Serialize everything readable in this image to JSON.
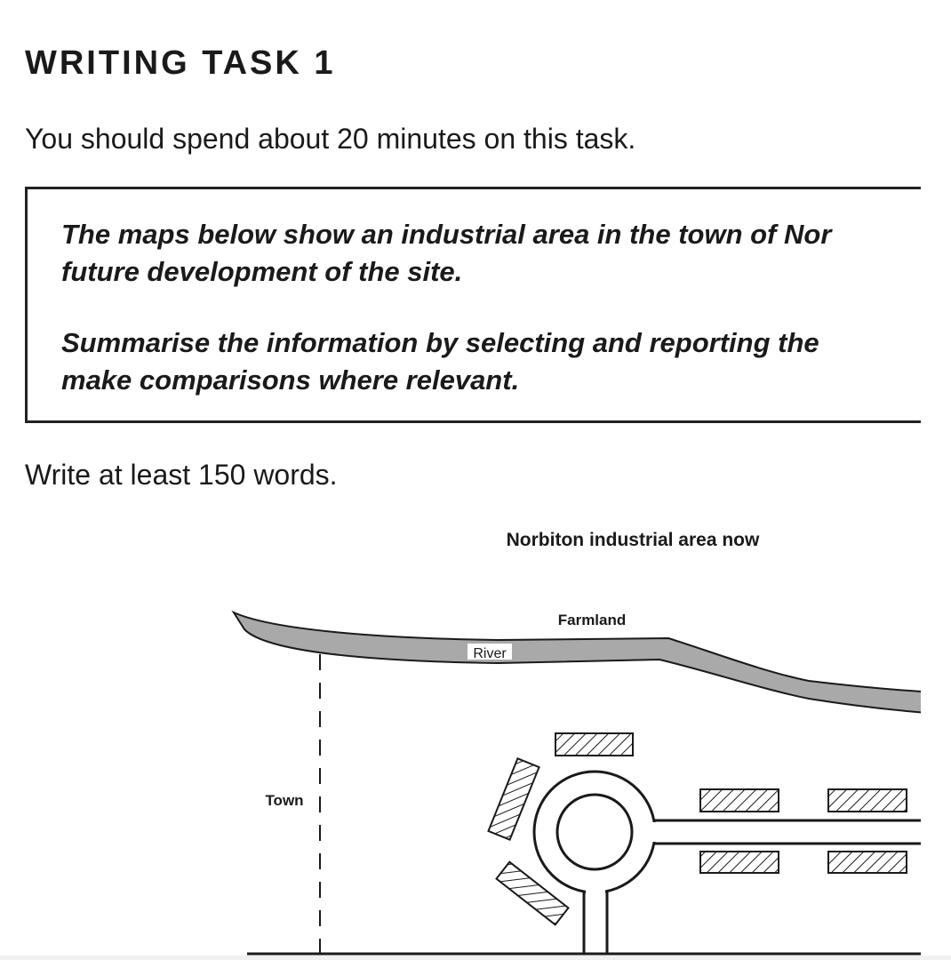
{
  "heading": "WRITING TASK 1",
  "time_note": "You should spend about 20 minutes on this task.",
  "prompt": {
    "para1_line1": "The maps below show an industrial area in the town of Nor",
    "para1_line2": "future development of the site.",
    "para2_line1": "Summarise the information by selecting and reporting the",
    "para2_line2": "make comparisons where relevant."
  },
  "word_note": "Write at least 150 words.",
  "map": {
    "title": "Norbiton industrial area now",
    "labels": {
      "farmland": "Farmland",
      "river": "River",
      "town": "Town"
    },
    "colors": {
      "river_fill": "#a9a9a9",
      "line": "#1a1a1a"
    }
  }
}
